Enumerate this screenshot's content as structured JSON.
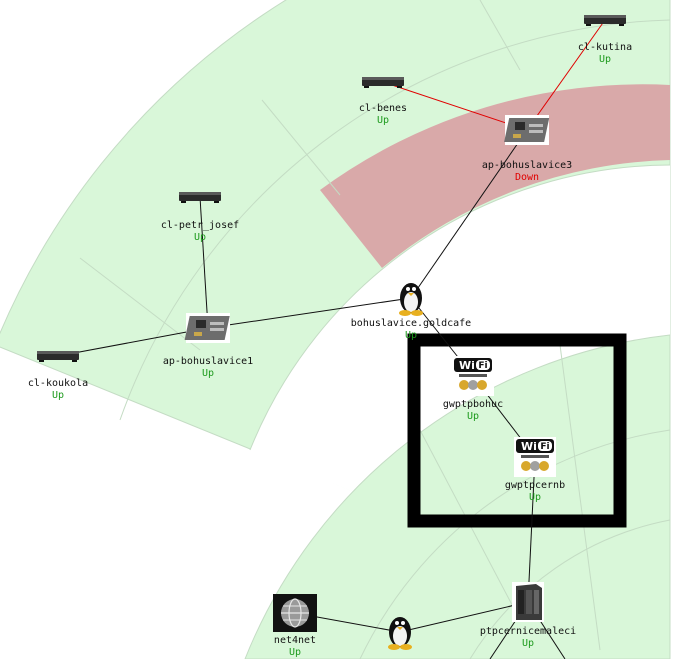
{
  "nodes": [
    {
      "id": "cl-kutina",
      "label": "cl-kutina",
      "status": "Up",
      "kind": "router-icon"
    },
    {
      "id": "cl-benes",
      "label": "cl-benes",
      "status": "Up",
      "kind": "router-icon"
    },
    {
      "id": "ap-bohuslavice3",
      "label": "ap-bohuslavice3",
      "status": "Down",
      "kind": "motherboard-icon"
    },
    {
      "id": "cl-petr_josef",
      "label": "cl-petr_josef",
      "status": "Up",
      "kind": "router-icon"
    },
    {
      "id": "bohuslavice.goldcafe",
      "label": "bohuslavice.goldcafe",
      "status": "Up",
      "kind": "linux-penguin-icon"
    },
    {
      "id": "ap-bohuslavice1",
      "label": "ap-bohuslavice1",
      "status": "Up",
      "kind": "motherboard-icon"
    },
    {
      "id": "cl-koukola",
      "label": "cl-koukola",
      "status": "Up",
      "kind": "router-icon"
    },
    {
      "id": "gwptpbohuc",
      "label": "gwptpbohuc",
      "status": "Up",
      "kind": "wifi-certified-icon"
    },
    {
      "id": "gwptpcernb",
      "label": "gwptpcernb",
      "status": "Up",
      "kind": "wifi-certified-icon"
    },
    {
      "id": "ptpcernicemaleci",
      "label": "ptpcernicemaleci",
      "status": "Up",
      "kind": "server-tower-icon"
    },
    {
      "id": "net4net",
      "label": "net4net",
      "status": "Up",
      "kind": "globe-icon"
    },
    {
      "id": "penguin-bottom",
      "label": "",
      "status": "",
      "kind": "linux-penguin-icon"
    }
  ],
  "links": [
    {
      "from": "cl-kutina",
      "to": "ap-bohuslavice3",
      "state": "down"
    },
    {
      "from": "cl-benes",
      "to": "ap-bohuslavice3",
      "state": "down"
    },
    {
      "from": "ap-bohuslavice3",
      "to": "bohuslavice.goldcafe",
      "state": "up"
    },
    {
      "from": "cl-petr_josef",
      "to": "ap-bohuslavice1",
      "state": "up"
    },
    {
      "from": "ap-bohuslavice1",
      "to": "bohuslavice.goldcafe",
      "state": "up"
    },
    {
      "from": "cl-koukola",
      "to": "ap-bohuslavice1",
      "state": "up"
    },
    {
      "from": "bohuslavice.goldcafe",
      "to": "gwptpbohuc",
      "state": "up"
    },
    {
      "from": "gwptpbohuc",
      "to": "gwptpcernb",
      "state": "up"
    },
    {
      "from": "gwptpcernb",
      "to": "ptpcernicemaleci",
      "state": "up"
    },
    {
      "from": "ptpcernicemaleci",
      "to": "penguin-bottom",
      "state": "up"
    },
    {
      "from": "penguin-bottom",
      "to": "net4net",
      "state": "up"
    }
  ],
  "colors": {
    "ring_fill": "#d9f7d9",
    "ring_stroke": "#c4dcc4",
    "alarm_fill": "#d9a9a9",
    "link_up": "#111111",
    "link_down": "#e00000",
    "status_up": "#1d9a1d",
    "status_down": "#e00000",
    "highlight_frame": "#000000"
  }
}
